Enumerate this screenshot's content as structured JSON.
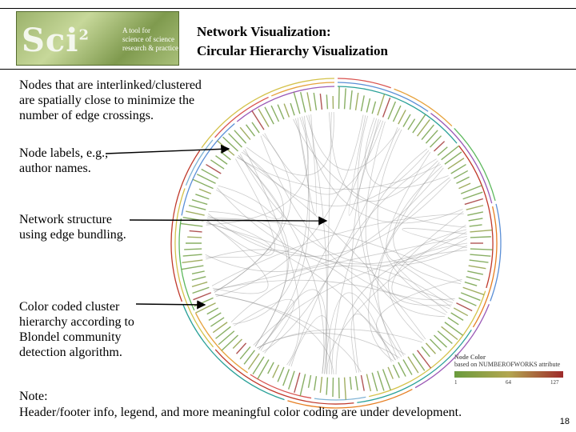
{
  "logo": {
    "mark": "Sci",
    "superscript": "2",
    "tagline": [
      "A tool for",
      "science of science",
      "research & practice"
    ]
  },
  "title": {
    "line1": "Network Visualization:",
    "line2": "Circular Hierarchy Visualization"
  },
  "annotations": [
    {
      "lines": [
        "Nodes that are interlinked/clustered",
        "are spatially close to minimize the",
        "number of edge crossings."
      ]
    },
    {
      "lines": [
        "Node labels, e.g.,",
        "author names."
      ]
    },
    {
      "lines": [
        "Network structure",
        "using edge bundling."
      ]
    },
    {
      "lines": [
        "Color coded cluster",
        "hierarchy according to",
        "Blondel community",
        "detection algorithm."
      ]
    }
  ],
  "legend": {
    "title": "Node Color",
    "subtitle": "based on NUMBEROFWORKS attribute",
    "min": "1",
    "mid": "64",
    "max": "127",
    "colors": {
      "low": "#6a9b3d",
      "mid": "#b3a650",
      "high": "#9e2a2a"
    }
  },
  "footer": {
    "line1": "Note:",
    "line2": "Header/footer info, legend, and more meaningful color coding are under development."
  },
  "page_number": "18"
}
